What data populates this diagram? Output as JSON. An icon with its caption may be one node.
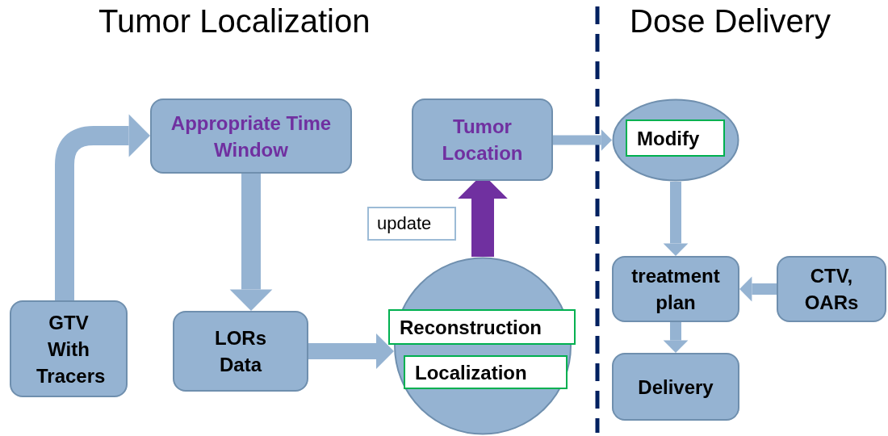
{
  "diagram": {
    "nodes": [
      {
        "text": [
          "GTV With Tracers"
        ]
      },
      {
        "text": [
          "Appropriate Time Window"
        ]
      },
      {
        "text": [
          "LORs Data"
        ]
      },
      {
        "text": [],
        "shape": "circle"
      },
      {
        "text": [
          "Reconstruction"
        ],
        "in": 3
      },
      {
        "text": [
          "Localization"
        ],
        "in": 3
      },
      {
        "text": [
          "Tumor Location"
        ]
      },
      {
        "text": [],
        "shape": "ellipse"
      },
      {
        "text": [
          "Modify"
        ],
        "in": 7
      },
      {
        "text": [
          "treatment plan"
        ]
      },
      {
        "text": [
          "CTV, OARs"
        ]
      },
      {
        "text": [
          "Delivery"
        ]
      }
    ],
    "edges": [
      {
        "from": 0,
        "to": 1,
        "arrow": "to"
      },
      {
        "from": 1,
        "to": 2,
        "arrow": "to"
      },
      {
        "from": 2,
        "to": 3,
        "arrow": "to"
      },
      {
        "from": 3,
        "to": 6,
        "arrow": "to",
        "label": "update",
        "color": "#7030a0",
        "style": "thick"
      },
      {
        "from": 6,
        "to": 7,
        "arrow": "to"
      },
      {
        "from": 7,
        "to": 9,
        "arrow": "to"
      },
      {
        "from": 10,
        "to": 9,
        "arrow": "to"
      },
      {
        "from": 9,
        "to": 11,
        "arrow": "to"
      }
    ],
    "labels": [
      "Tumor Localization",
      "Dose Delivery"
    ]
  }
}
